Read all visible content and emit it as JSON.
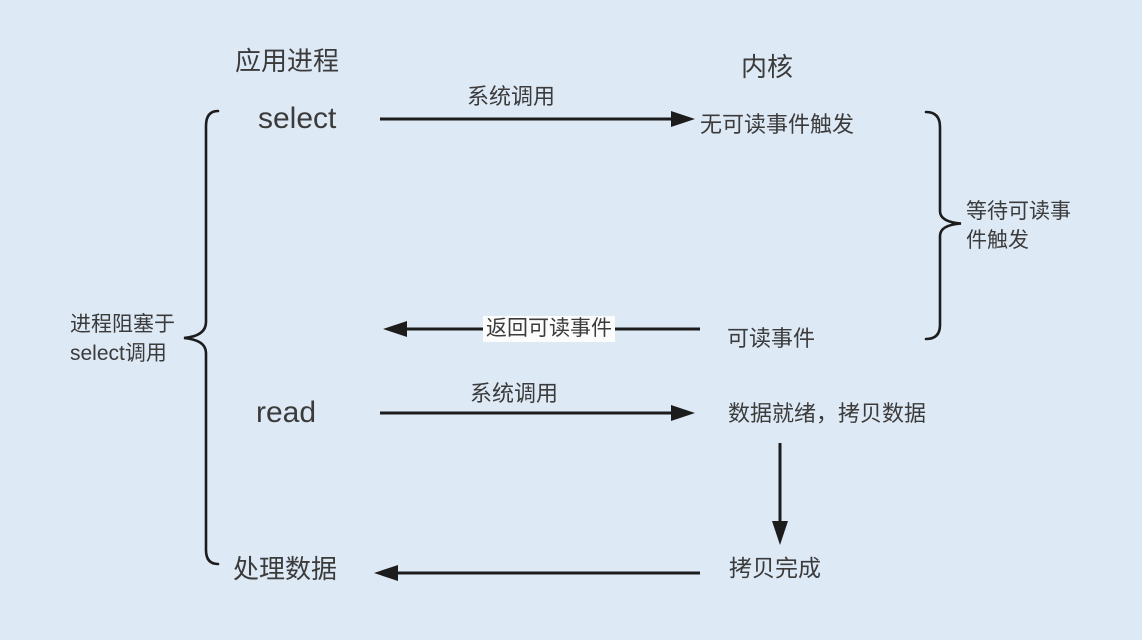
{
  "colors": {
    "background": "#dee9f6",
    "text": "#3b3b3b",
    "line": "#1c1c1c",
    "return_label_bg": "#fcfcfc"
  },
  "headers": {
    "app_process": "应用进程",
    "kernel": "内核"
  },
  "app_process": {
    "select": "select",
    "read": "read",
    "process_data": "处理数据"
  },
  "kernel": {
    "no_readable_event": "无可读事件触发",
    "readable_event": "可读事件",
    "data_ready_copy": "数据就绪，拷贝数据",
    "copy_complete": "拷贝完成"
  },
  "arrows": {
    "select_syscall_label": "系统调用",
    "return_readable_label": "返回可读事件",
    "read_syscall_label": "系统调用"
  },
  "braces": {
    "left_label_line1": "进程阻塞于",
    "left_label_line2": "select调用",
    "right_label_line1": "等待可读事",
    "right_label_line2": "件触发"
  }
}
